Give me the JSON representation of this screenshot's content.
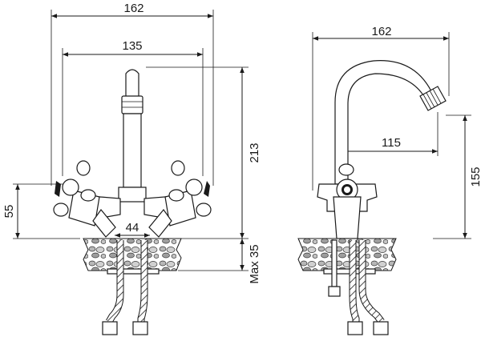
{
  "drawing": {
    "front_view": {
      "width_overall": "162",
      "width_handles": "135",
      "height_spout": "213",
      "height_handles": "55",
      "deck_thickness": "Max 35",
      "center_distance": "44"
    },
    "side_view": {
      "width_overall": "162",
      "reach": "115",
      "height_outlet": "155"
    }
  }
}
